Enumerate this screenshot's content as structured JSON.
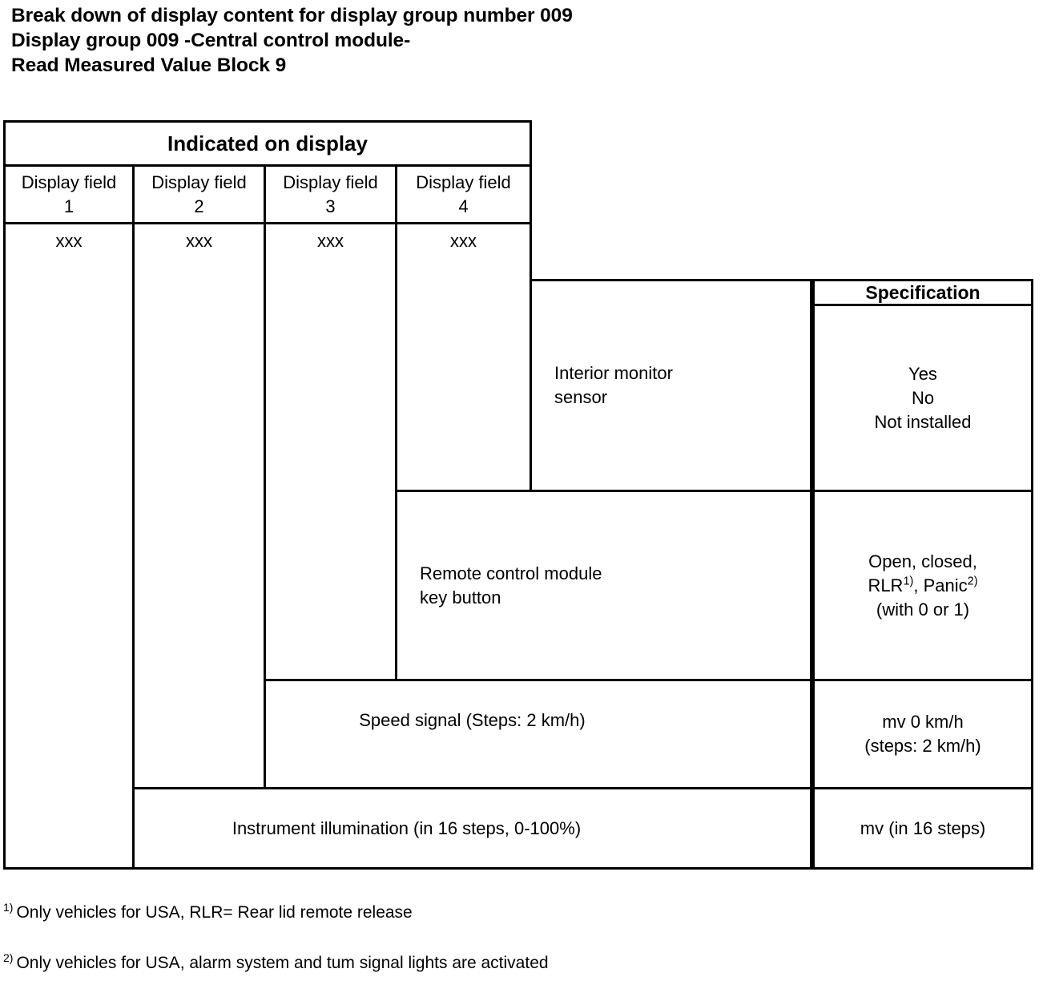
{
  "heading": {
    "line1": "Break down of display content for display group number 009",
    "line2": "Display group 009 -Central control module-",
    "line3": "Read Measured Value Block 9"
  },
  "table": {
    "group_header": "Indicated on display",
    "spec_header": "Specification",
    "display_fields": [
      {
        "label": "Display field",
        "number": "1",
        "value": "xxx"
      },
      {
        "label": "Display field",
        "number": "2",
        "value": "xxx"
      },
      {
        "label": "Display field",
        "number": "3",
        "value": "xxx"
      },
      {
        "label": "Display field",
        "number": "4",
        "value": "xxx"
      }
    ],
    "rows": [
      {
        "description_line1": "Interior monitor",
        "description_line2": "sensor",
        "spec_line1": "Yes",
        "spec_line2": "No",
        "spec_line3": "Not installed"
      },
      {
        "description_line1": "Remote control module",
        "description_line2": "key button",
        "spec_line1": "Open, closed,",
        "spec_line2_pre": "RLR",
        "spec_line2_sup1": "1)",
        "spec_line2_mid": ", Panic",
        "spec_line2_sup2": "2)",
        "spec_line3": "(with 0 or 1)"
      },
      {
        "description_line1": "Speed signal (Steps: 2 km/h)",
        "spec_line1": "mv 0 km/h",
        "spec_line2": "(steps: 2 km/h)"
      },
      {
        "description_line1": "Instrument illumination (in 16 steps, 0-100%)",
        "spec_line1": "mv (in 16 steps)"
      }
    ]
  },
  "footnotes": [
    {
      "mark": "1)",
      "text": "Only vehicles for USA, RLR= Rear lid remote release"
    },
    {
      "mark": "2)",
      "text": "Only vehicles for USA, alarm system and tum signal lights are activated"
    }
  ]
}
